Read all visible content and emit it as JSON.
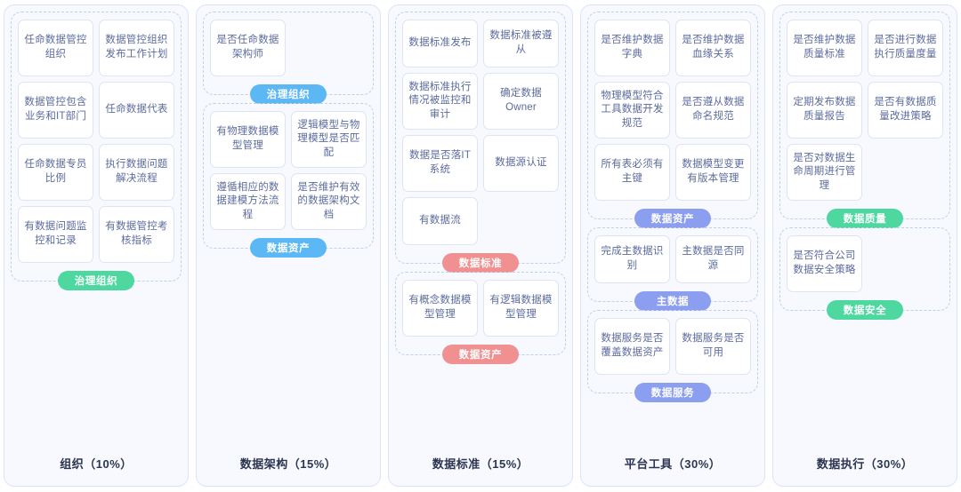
{
  "columns": [
    {
      "id": "organization",
      "footer": "组织（10%）",
      "groups": [
        {
          "pill": {
            "label": "治理组织",
            "color": "green",
            "hex": "#4ed8a0"
          },
          "cards": [
            "任命数据管控组织",
            "数据管控组织发布工作计划",
            "数据管控包含业务和IT部门",
            "任命数据代表",
            "任命数据专员比例",
            "执行数据问题解决流程",
            "有数据问题监控和记录",
            "有数据管控考核指标"
          ]
        }
      ]
    },
    {
      "id": "data-architecture",
      "footer": "数据架构（15%）",
      "groups": [
        {
          "pill": {
            "label": "治理组织",
            "color": "blue",
            "hex": "#5cb8f5"
          },
          "cards": [
            "是否任命数据架构师"
          ]
        },
        {
          "pill": {
            "label": "数据资产",
            "color": "blue",
            "hex": "#5cb8f5"
          },
          "cards": [
            "有物理数据模型管理",
            "逻辑模型与物理模型是否匹配",
            "遵循相应的数据建模方法流程",
            "是否维护有效的数据架构文档"
          ]
        }
      ]
    },
    {
      "id": "data-standard",
      "footer": "数据标准（15%）",
      "groups": [
        {
          "pill": {
            "label": "数据标准",
            "color": "red",
            "hex": "#f09090"
          },
          "cards": [
            "数据标准发布",
            "数据标准被遵从",
            "数据标准执行情况被监控和审计",
            "确定数据Owner",
            "数据是否落IT系统",
            "数据源认证",
            "有数据流"
          ]
        },
        {
          "pill": {
            "label": "数据资产",
            "color": "red",
            "hex": "#f09090"
          },
          "cards": [
            "有概念数据模型管理",
            "有逻辑数据模型管理"
          ]
        }
      ]
    },
    {
      "id": "platform-tools",
      "footer": "平台工具（30%）",
      "groups": [
        {
          "pill": {
            "label": "数据资产",
            "color": "purple",
            "hex": "#8c9ef0"
          },
          "cards": [
            "是否维护数据字典",
            "是否维护数据血缘关系",
            "物理模型符合工具数据开发规范",
            "是否遵从数据命名规范",
            "所有表必须有主键",
            "数据模型变更有版本管理"
          ]
        },
        {
          "pill": {
            "label": "主数据",
            "color": "purple",
            "hex": "#8c9ef0"
          },
          "cards": [
            "完成主数据识别",
            "主数据是否同源"
          ]
        },
        {
          "pill": {
            "label": "数据服务",
            "color": "purple",
            "hex": "#8c9ef0"
          },
          "cards": [
            "数据服务是否覆盖数据资产",
            "数据服务是否可用"
          ]
        }
      ]
    },
    {
      "id": "data-execution",
      "footer": "数据执行（30%）",
      "groups": [
        {
          "pill": {
            "label": "数据质量",
            "color": "green",
            "hex": "#4ed8a0"
          },
          "cards": [
            "是否维护数据质量标准",
            "是否进行数据执行质量度量",
            "定期发布数据质量报告",
            "是否有数据质量改进策略",
            "是否对数据生命周期进行管理"
          ]
        },
        {
          "pill": {
            "label": "数据安全",
            "color": "green",
            "hex": "#4ed8a0"
          },
          "cards": [
            "是否符合公司数据安全策略"
          ]
        }
      ]
    }
  ]
}
